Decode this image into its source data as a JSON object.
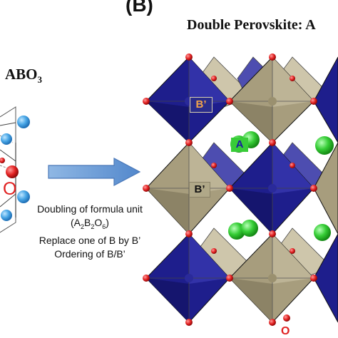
{
  "panel_label": "(B)",
  "title": "Double Perovskite: A",
  "left": {
    "formula_main": "ABO",
    "formula_sub": "3",
    "oxygen_label": "O"
  },
  "caption": {
    "line1_prefix": "Doubling of formula unit",
    "formula": {
      "open": "(A",
      "s1": "2",
      "b": "B",
      "s2": "2",
      "o": "O",
      "s3": "6",
      "close": ")"
    },
    "line3": "Replace one of B by B’",
    "line4": "Ordering of B/B’"
  },
  "structure": {
    "tag_bprime_top": "B’",
    "tag_bprime_mid": "B’",
    "tag_a": "A",
    "oxygen_label_bottom": "O"
  },
  "colors": {
    "b_octahedron": "#1e1e8c",
    "bprime_octahedron": "#a79d7d",
    "a_site": "#35c835",
    "oxygen": "#e01818",
    "left_atom": "#4aa8e8",
    "arrow": "#6a98d2"
  }
}
